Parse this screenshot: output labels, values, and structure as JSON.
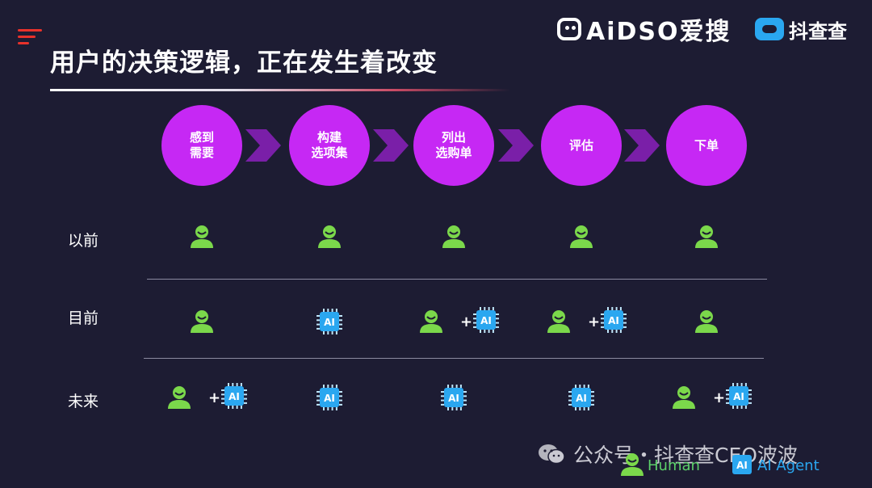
{
  "header": {
    "title": "用户的决策逻辑，正在发生着改变",
    "logo_aidso": "AiDSO爱搜",
    "logo_douchacha": "抖查查"
  },
  "colors": {
    "background": "#1d1c33",
    "step_circle": "#c628f4",
    "chevron": "#7a1fa8",
    "human": "#7bd84b",
    "ai_chip": "#2aa7f0",
    "accent_red": "#e8322b"
  },
  "steps": [
    {
      "label": "感到\n需要"
    },
    {
      "label": "构建\n选项集"
    },
    {
      "label": "列出\n选购单"
    },
    {
      "label": "评估"
    },
    {
      "label": "下单"
    }
  ],
  "rows": [
    {
      "label": "以前",
      "cells": [
        "human",
        "human",
        "human",
        "human",
        "human"
      ]
    },
    {
      "label": "目前",
      "cells": [
        "human",
        "ai",
        "human+ai",
        "human+ai",
        "human"
      ]
    },
    {
      "label": "未来",
      "cells": [
        "human+ai",
        "ai",
        "ai",
        "ai",
        "human+ai"
      ]
    }
  ],
  "icon_text": {
    "ai": "AI",
    "plus": "+"
  },
  "legend": {
    "human": "Human",
    "ai": "AI Agent"
  },
  "watermark": "公众号・抖查查CEO波波"
}
